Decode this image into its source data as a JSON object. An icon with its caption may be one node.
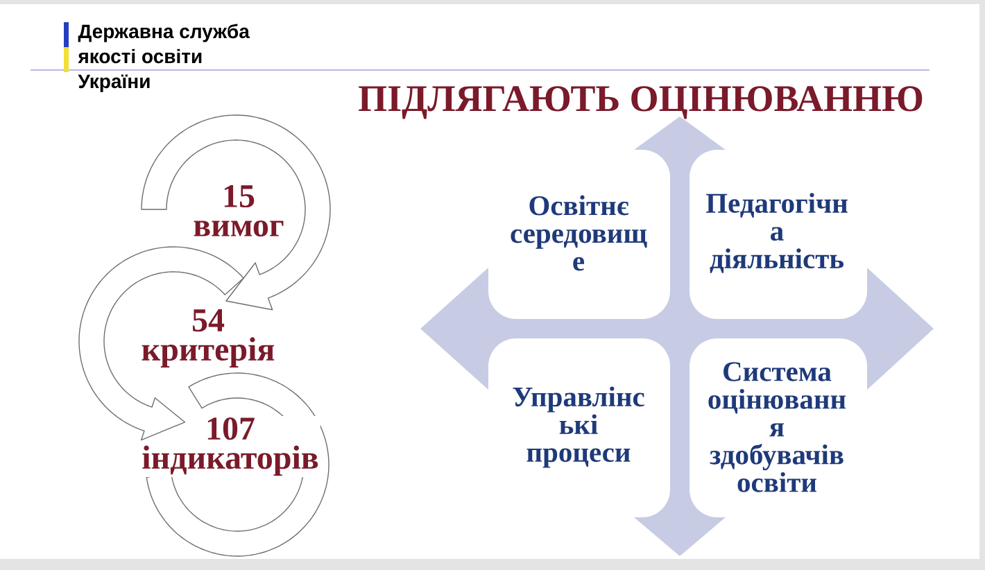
{
  "diagram": {
    "title": "ПІДЛЯГАЮТЬ ОЦІНЮВАННЮ",
    "nodes": [
      {
        "text": [
          "15 вимог"
        ]
      },
      {
        "text": [
          "54 критерія"
        ]
      },
      {
        "text": [
          "107 індикаторів"
        ]
      }
    ],
    "edges": [
      {
        "from": 0,
        "to": 1,
        "arrow": "to"
      },
      {
        "from": 1,
        "to": 2,
        "arrow": "to"
      }
    ],
    "labels": [
      "Державна служба якості освіти України",
      "Освітнє середовищ е",
      "Педагогічн а діяльність",
      "Управлінс ькі процеси",
      "Система оцінюванн я здобувачів освіти"
    ]
  }
}
